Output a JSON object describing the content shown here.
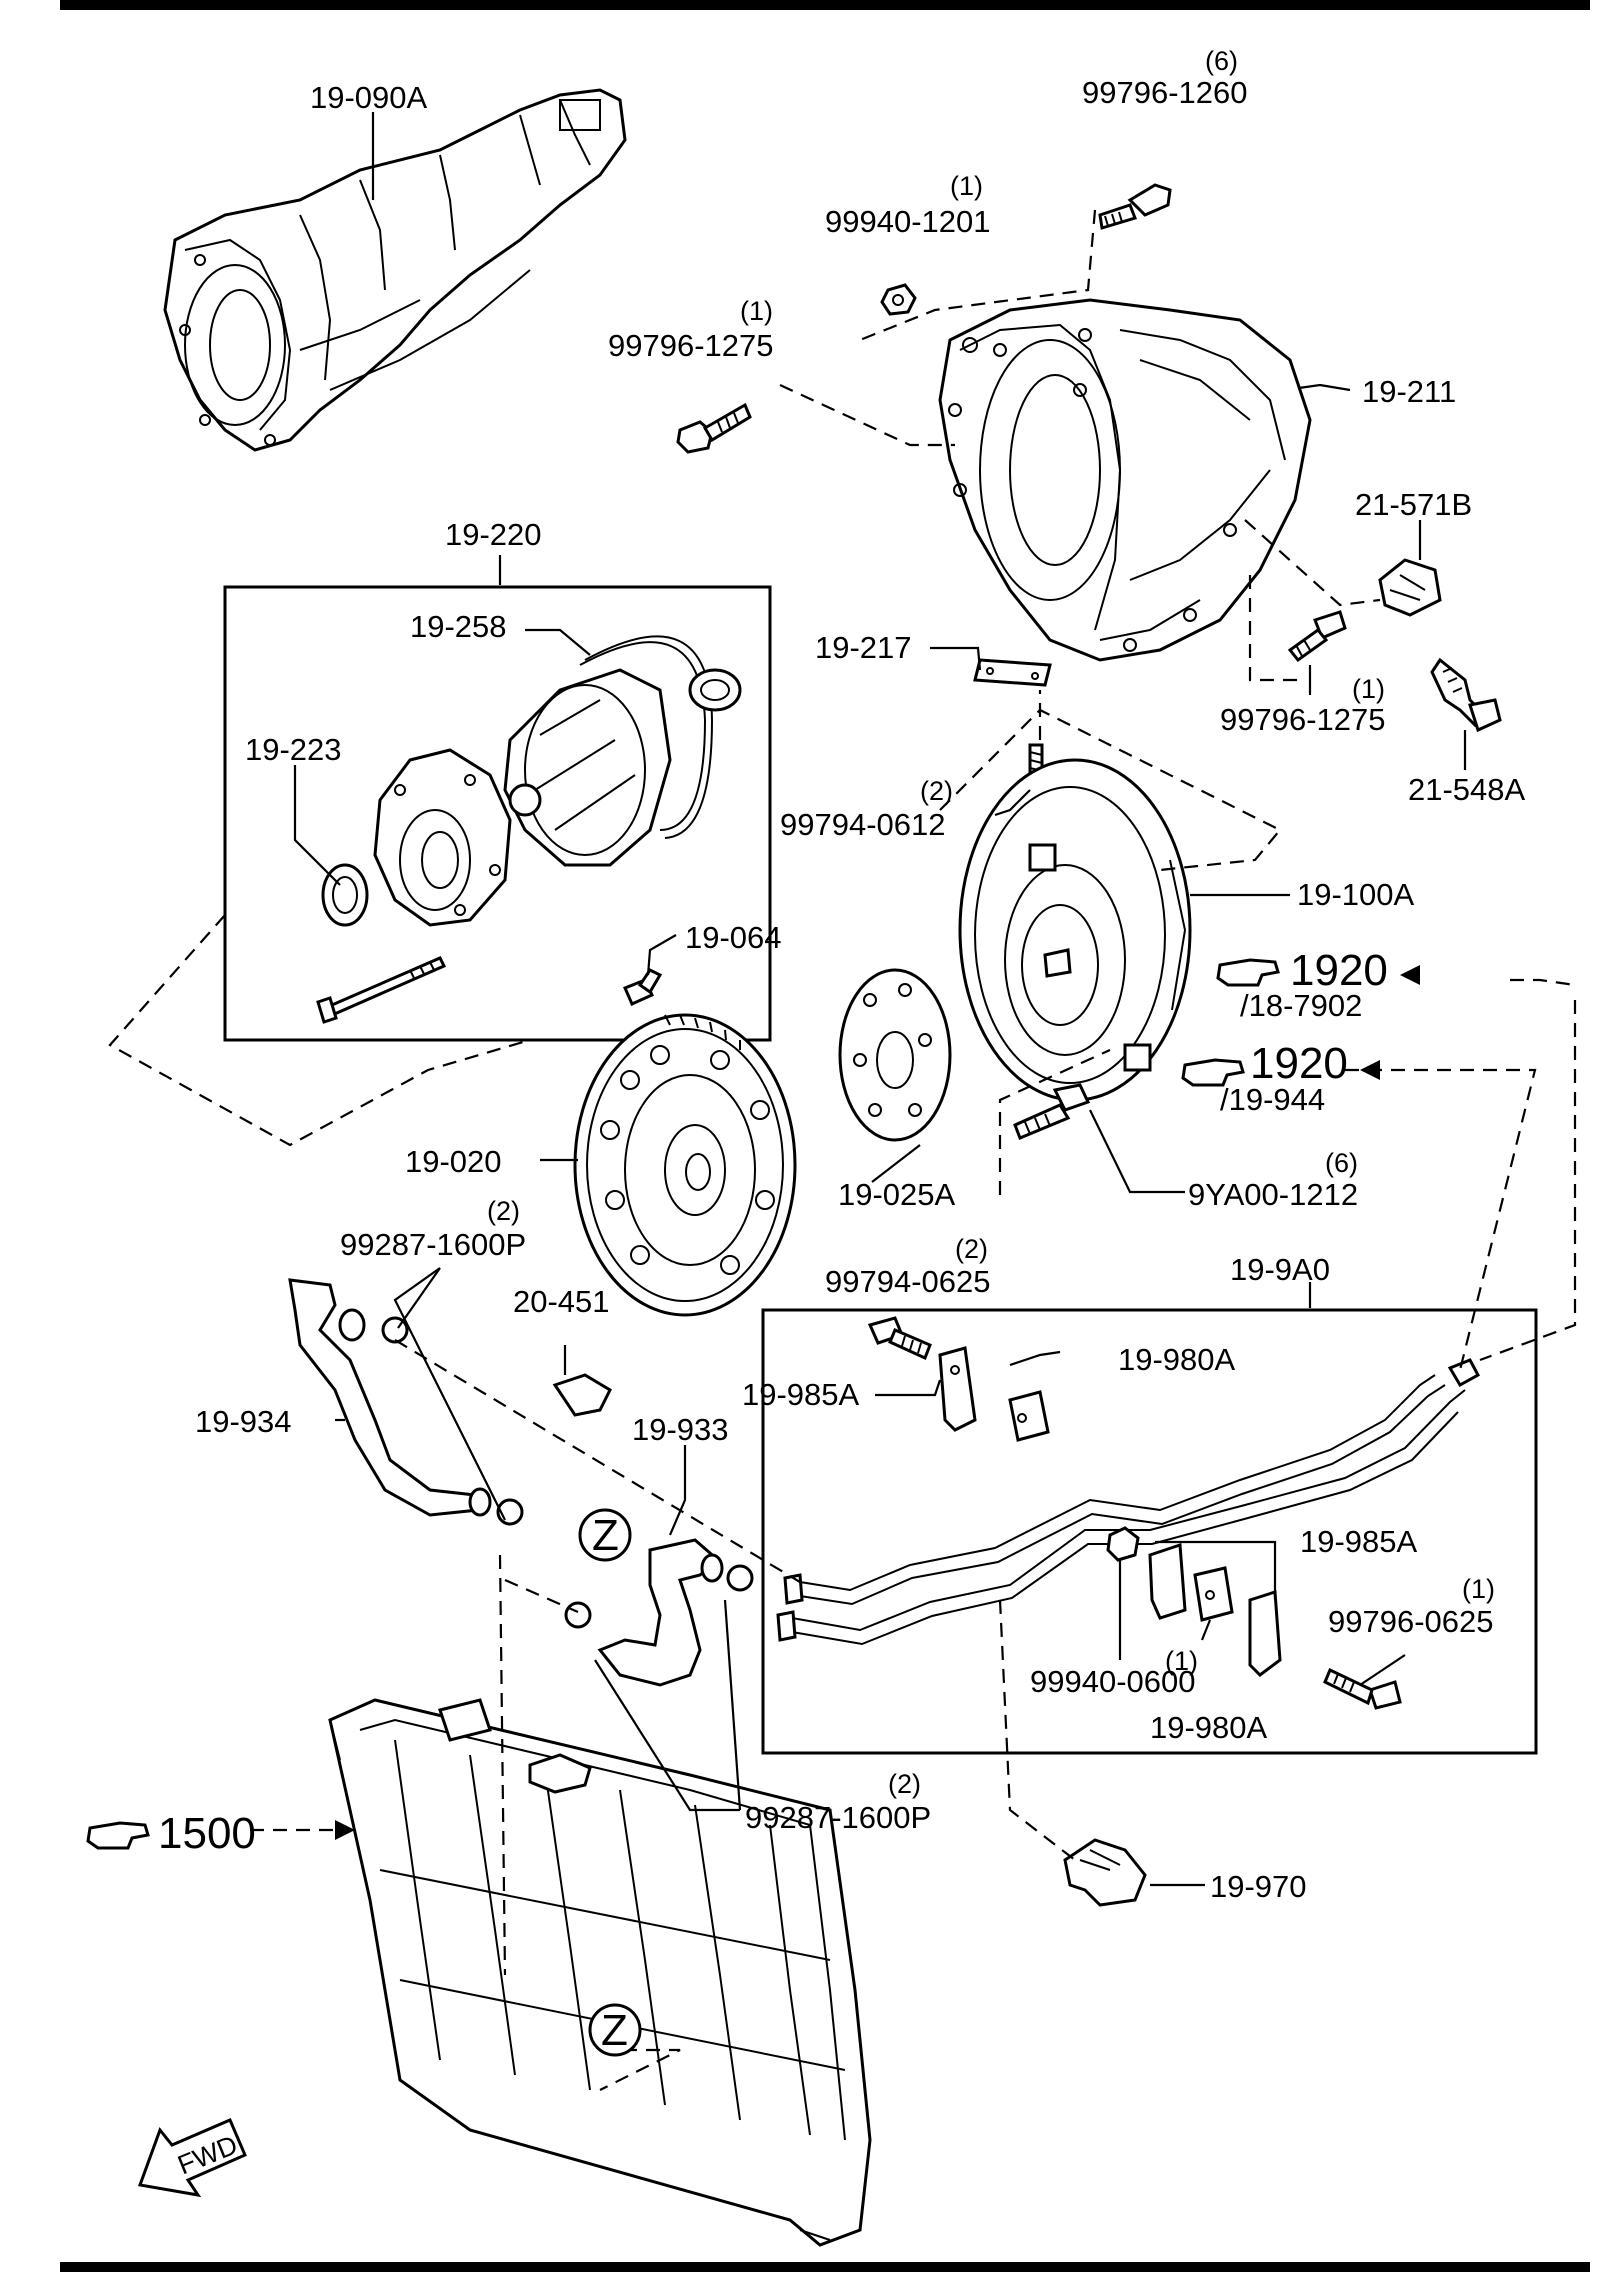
{
  "labels": {
    "l_19_090A": "19-090A",
    "l_99796_1260": "99796-1260",
    "q_99796_1260": "(6)",
    "l_99940_1201": "99940-1201",
    "q_99940_1201": "(1)",
    "l_99796_1275a": "99796-1275",
    "q_99796_1275a": "(1)",
    "l_19_211": "19-211",
    "l_21_571B": "21-571B",
    "l_19_220": "19-220",
    "l_19_258": "19-258",
    "l_19_223": "19-223",
    "l_19_217": "19-217",
    "l_99796_1275b": "99796-1275",
    "q_99796_1275b": "(1)",
    "l_21_548A": "21-548A",
    "l_99794_0612": "99794-0612",
    "q_99794_0612": "(2)",
    "l_19_100A": "19-100A",
    "l_19_064": "19-064",
    "r_1920a": "1920",
    "r_18_7902": "/18-7902",
    "r_1920b": "1920",
    "r_19_944": "/19-944",
    "l_19_020": "19-020",
    "l_19_025A": "19-025A",
    "l_9YA00_1212": "9YA00-1212",
    "q_9YA00_1212": "(6)",
    "l_99287_1600Pa": "99287-1600P",
    "q_99287_1600Pa": "(2)",
    "l_20_451": "20-451",
    "l_99794_0625": "99794-0625",
    "q_99794_0625": "(2)",
    "l_19_9A0": "19-9A0",
    "l_19_985Aa": "19-985A",
    "l_19_980Aa": "19-980A",
    "l_19_934": "19-934",
    "l_19_933": "19-933",
    "z1": "Z",
    "l_19_985Ab": "19-985A",
    "l_99796_0625": "99796-0625",
    "q_99796_0625": "(1)",
    "l_99940_0600": "99940-0600",
    "q_19_980Ab": "(1)",
    "l_19_980Ab": "19-980A",
    "l_99287_1600Pb": "99287-1600P",
    "q_99287_1600Pb": "(2)",
    "r_1500": "1500",
    "l_19_970": "19-970",
    "z2": "Z",
    "fwd": "FWD"
  }
}
